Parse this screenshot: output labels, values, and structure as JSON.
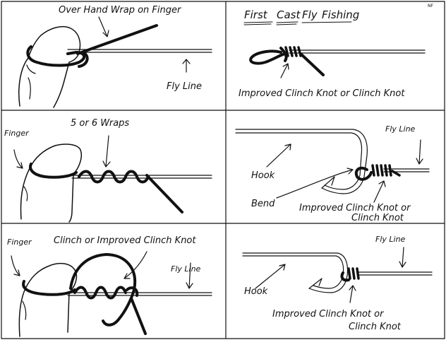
{
  "header": {
    "title_words": [
      "First",
      "Cast",
      "Fly",
      "Fishing"
    ],
    "corner_mark": "NF"
  },
  "panels": {
    "p1": {
      "label_wrap": "Over Hand Wrap on Finger",
      "label_fly_line": "Fly Line"
    },
    "p2": {
      "label_knot": "Improved Clinch Knot or Clinch Knot"
    },
    "p3": {
      "label_finger": "Finger",
      "label_wraps": "5 or 6 Wraps"
    },
    "p4": {
      "label_fly_line": "Fly Line",
      "label_hook": "Hook",
      "label_bend": "Bend",
      "label_knot_line1": "Improved Clinch Knot or",
      "label_knot_line2": "Clinch Knot"
    },
    "p5": {
      "label_finger": "Finger",
      "label_knot": "Clinch or Improved Clinch Knot",
      "label_fly_line": "Fly Line"
    },
    "p6": {
      "label_fly_line": "Fly Line",
      "label_hook": "Hook",
      "label_knot_line1": "Improved Clinch Knot or",
      "label_knot_line2": "Clinch Knot"
    }
  }
}
